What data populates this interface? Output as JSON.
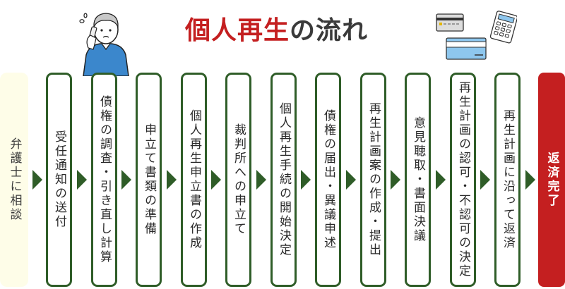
{
  "title": {
    "red_part": "個人再生",
    "dark_part": "の流れ"
  },
  "colors": {
    "accent_red": "#c41f20",
    "step_border_green": "#2f5d28",
    "start_bg": "#fefde8",
    "arrow_green": "#2f5d28"
  },
  "illustrations": {
    "left": "worried-man-on-phone",
    "right": "credit-cards-and-calculator"
  },
  "steps": [
    {
      "label": "弁護士に相談",
      "type": "start"
    },
    {
      "label": "受任通知の送付",
      "type": "mid"
    },
    {
      "label": "債権の調査・引き直し計算",
      "type": "mid"
    },
    {
      "label": "申立て書類の準備",
      "type": "mid"
    },
    {
      "label": "個人再生申立書の作成",
      "type": "mid"
    },
    {
      "label": "裁判所への申立て",
      "type": "mid"
    },
    {
      "label": "個人再生手続の開始決定",
      "type": "mid"
    },
    {
      "label": "債権の届出・異議申述",
      "type": "mid"
    },
    {
      "label": "再生計画案の作成・提出",
      "type": "mid"
    },
    {
      "label": "意見聴取・書面決議",
      "type": "mid"
    },
    {
      "label": "再生計画の認可・不認可の決定",
      "type": "mid"
    },
    {
      "label": "再生計画に沿って返済",
      "type": "mid"
    },
    {
      "label": "返済完了",
      "type": "end"
    }
  ]
}
